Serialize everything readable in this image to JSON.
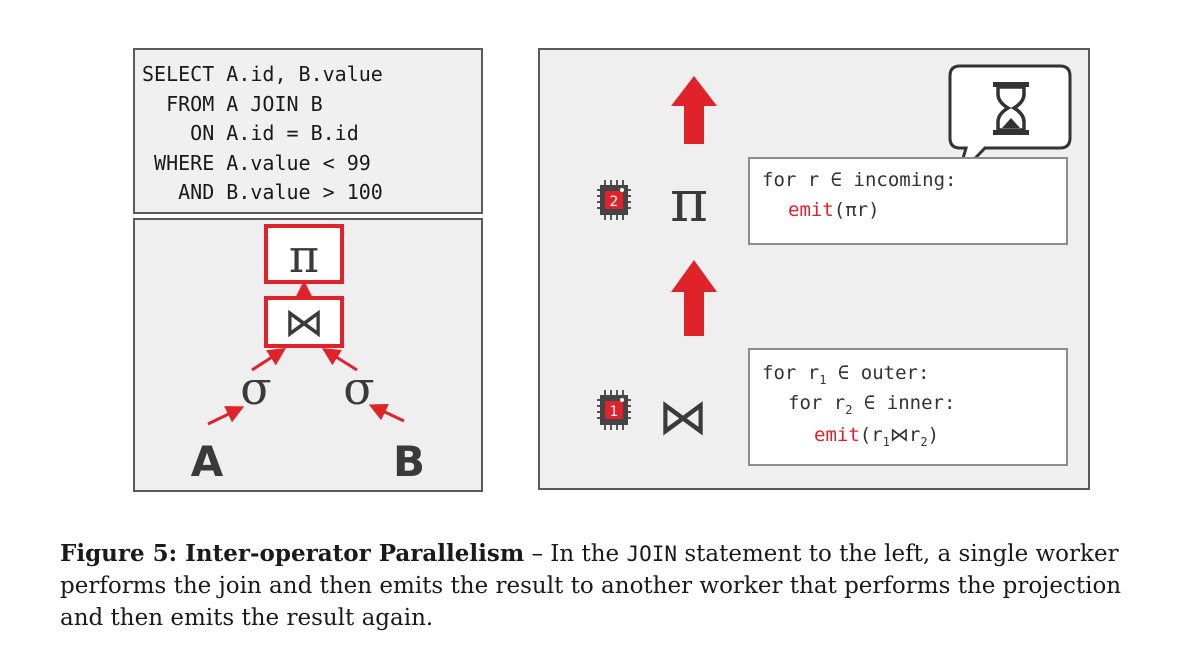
{
  "sql": {
    "lines": [
      "SELECT A.id, B.value",
      "  FROM A JOIN B",
      "    ON A.id = B.id",
      " WHERE A.value < 99",
      "   AND B.value > 100"
    ]
  },
  "plan": {
    "projection_symbol": "π",
    "join_symbol": "⋈",
    "selection_symbol": "σ",
    "table_a": "A",
    "table_b": "B"
  },
  "workers": {
    "worker2": {
      "number": "2",
      "operator_symbol": "π",
      "code_line1": "for r ∈ incoming:",
      "code_line2_emit": "emit",
      "code_line2_rest": "(πr)"
    },
    "worker1": {
      "number": "1",
      "operator_symbol": "⋈",
      "code_line1_a": "for r",
      "code_line1_sub": "1",
      "code_line1_b": " ∈ outer:",
      "code_line2_a": "for r",
      "code_line2_sub": "2",
      "code_line2_b": " ∈ inner:",
      "code_line3_emit": "emit",
      "code_line3_a": "(r",
      "code_line3_sub1": "1",
      "code_line3_mid": "⋈r",
      "code_line3_sub2": "2",
      "code_line3_b": ")"
    },
    "wait_icon": "hourglass-icon"
  },
  "caption": {
    "label": "Figure 5: Inter-operator Parallelism",
    "dash": " – In the ",
    "keyword": "JOIN",
    "text": " statement to the left, a single worker performs the join and then emits the result to another worker that performs the projection and then emits the result again."
  },
  "colors": {
    "accent_red": "#e0222b",
    "panel_gray": "#efefef",
    "border_gray": "#5a5a5a",
    "symbol_dark": "#3a3a3a"
  }
}
